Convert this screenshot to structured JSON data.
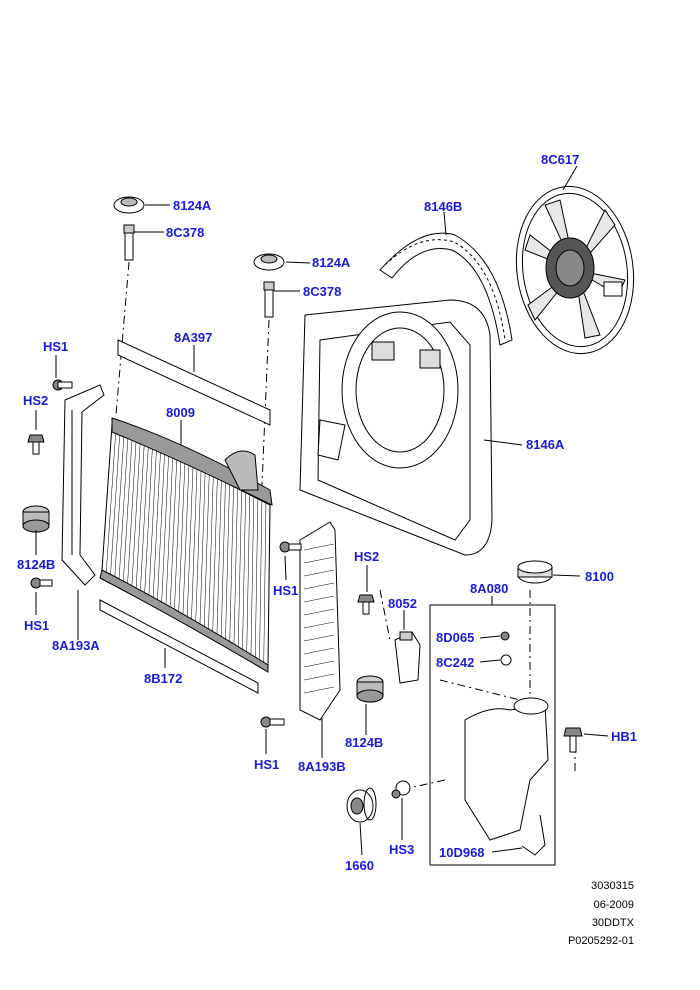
{
  "colors": {
    "callout": "#1a1adc",
    "line": "#000000",
    "part_fill": "#ffffff",
    "shade": "#b5b5b5"
  },
  "labels": {
    "fan": "8C617",
    "fan_shroud_upper": "8146B",
    "fan_shroud": "8146A",
    "insulator_left": "8124A",
    "pin_left": "8C378",
    "insulator_right": "8124A",
    "pin_right": "8C378",
    "seal_top": "8A397",
    "radiator": "8009",
    "seal_bottom": "8B172",
    "bracket_left": "8A193A",
    "bracket_right": "8A193B",
    "mount_left": "8124B",
    "mount_right": "8124B",
    "hs1_top_left": "HS1",
    "hs2_left": "HS2",
    "hs1_bottom_left": "HS1",
    "hs1_bracket": "HS1",
    "hs2_right": "HS2",
    "hs1_bottom": "HS1",
    "hs3": "HS3",
    "sensor_8052": "8052",
    "tank_group": "8A080",
    "cap": "8100",
    "clip": "8D065",
    "oring": "8C242",
    "bolt_hb1": "HB1",
    "level_sensor": "10D968",
    "pulley": "1660"
  },
  "reference": {
    "line1": "3030315",
    "line2": "06-2009",
    "line3": "30DDTX",
    "line4": "P0205292-01"
  }
}
